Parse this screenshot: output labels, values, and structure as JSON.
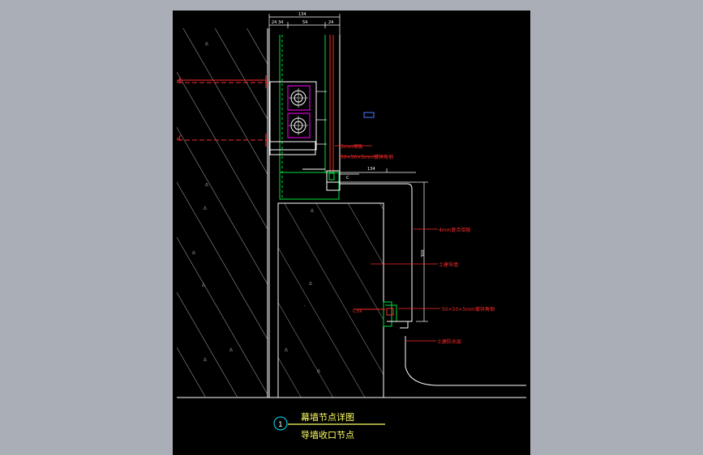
{
  "colors": {
    "app_bg": "#a9aeb7",
    "sheet_bg": "#000000",
    "line_white": "#ffffff",
    "line_red": "#ff2a2a",
    "line_green": "#00e040",
    "line_magenta": "#ff00ff",
    "line_blue": "#4a7cff",
    "title_yellow": "#ffff66",
    "badge_cyan": "#00e5ff"
  },
  "dimensions": {
    "top_total": "134",
    "top_left": "24 34",
    "top_mid": "54",
    "top_right": "24",
    "mid_right": "134",
    "vertical": "300"
  },
  "annotations": {
    "plate_3mm": "3mm钢板",
    "angle_steel_top": "50×50×5mm镀锌角钢",
    "alu_panel": "4mm复合铝板",
    "civil_beam": "土建导墙",
    "angle_steel_bottom": "50×50×5mm镀锌角钢",
    "civil_waterproof": "土建防水层"
  },
  "title": {
    "number": "1",
    "main": "幕墙节点详图",
    "sub": "导墙收口节点"
  }
}
